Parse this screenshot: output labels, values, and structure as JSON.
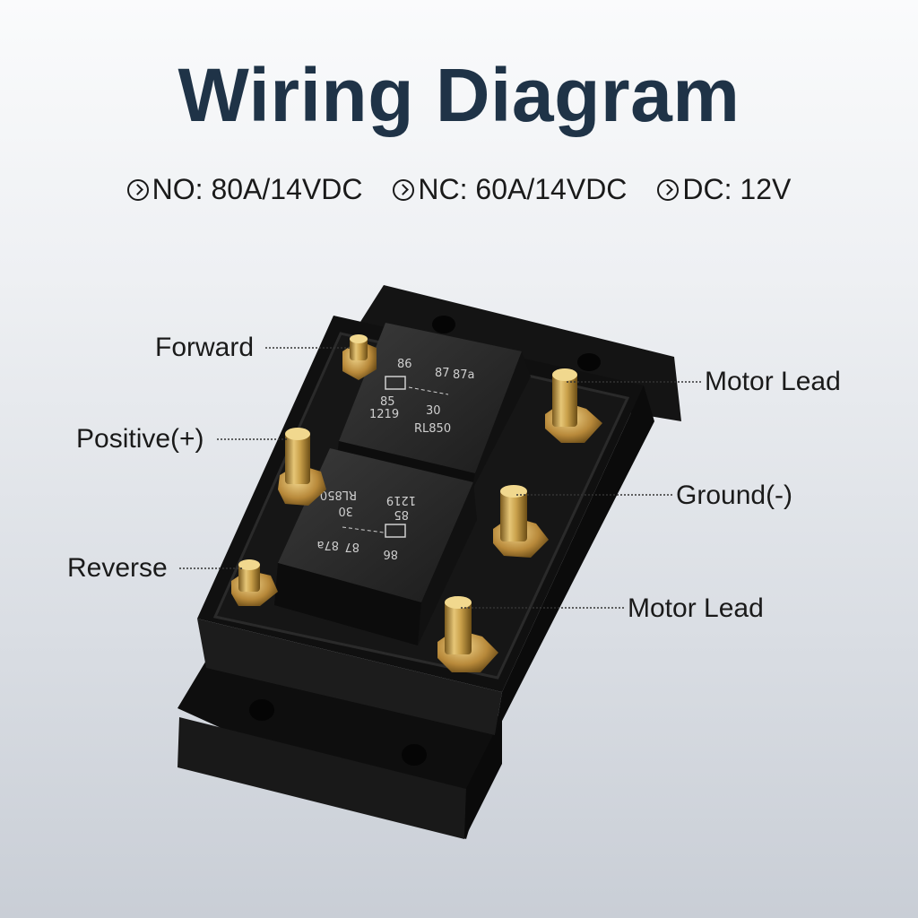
{
  "title": "Wiring Diagram",
  "specs": [
    {
      "text": "NO: 80A/14VDC",
      "icon": "circle-chevron-right-icon"
    },
    {
      "text": "NC: 60A/14VDC",
      "icon": "circle-chevron-right-icon"
    },
    {
      "text": "DC: 12V",
      "icon": "circle-chevron-right-icon"
    }
  ],
  "labels": {
    "forward": "Forward",
    "positive": "Positive(+)",
    "reverse": "Reverse",
    "motor_lead_top": "Motor Lead",
    "ground": "Ground(-)",
    "motor_lead_bottom": "Motor Lead"
  },
  "relay_top": {
    "pin_86": "86",
    "pin_85": "85",
    "pin_87": "87",
    "pin_87a": "87a",
    "pin_30": "30",
    "code": "1219",
    "model": "RL850"
  },
  "relay_bottom": {
    "pin_86": "86",
    "pin_85": "85",
    "pin_87": "87",
    "pin_87a": "87a",
    "pin_30": "30",
    "code": "1219",
    "model": "RL850"
  },
  "colors": {
    "title": "#1f3347",
    "housing": "#121212",
    "brass": "#c9a04a"
  }
}
